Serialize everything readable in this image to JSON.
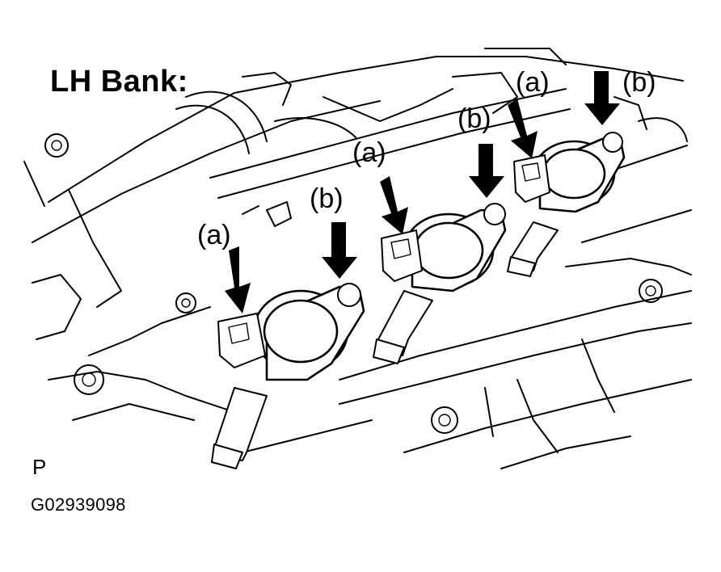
{
  "diagram": {
    "title": "LH Bank:",
    "code": "P",
    "figure_id": "G02939098",
    "callouts": {
      "a1": "(a)",
      "b1": "(b)",
      "a2": "(a)",
      "b2": "(b)",
      "a3": "(a)",
      "b3": "(b)"
    }
  }
}
